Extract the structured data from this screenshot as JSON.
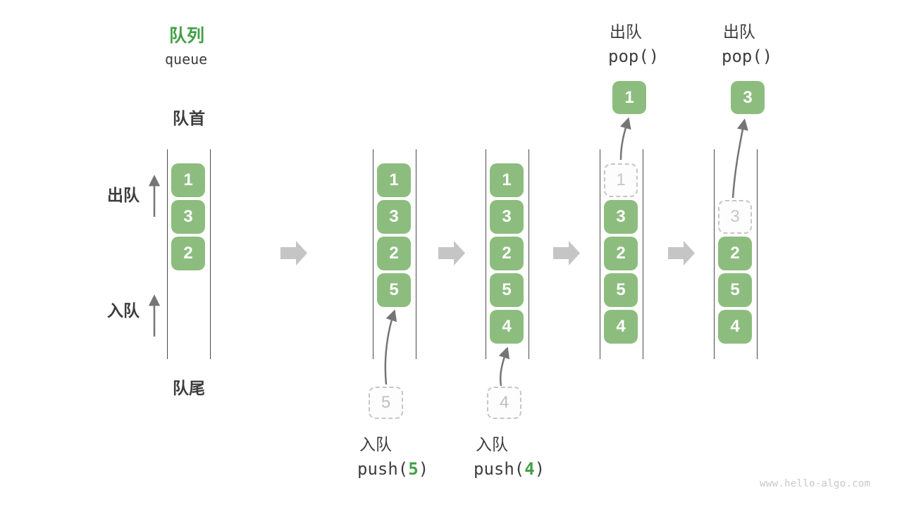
{
  "title": {
    "zh": "队列",
    "en": "queue"
  },
  "side_labels": {
    "front": "队首",
    "rear": "队尾",
    "dequeue": "出队",
    "enqueue": "入队"
  },
  "queues": [
    {
      "items": [
        "1",
        "3",
        "2"
      ]
    },
    {
      "items": [
        "1",
        "3",
        "2",
        "5"
      ]
    },
    {
      "items": [
        "1",
        "3",
        "2",
        "5",
        "4"
      ]
    },
    {
      "ghost": "1",
      "items": [
        "3",
        "2",
        "5",
        "4"
      ]
    },
    {
      "ghost": "3",
      "items": [
        "2",
        "5",
        "4"
      ]
    }
  ],
  "operations": {
    "push5": {
      "label": "入队",
      "fn_open": "push(",
      "arg": "5",
      "fn_close": ")",
      "incoming": "5"
    },
    "push4": {
      "label": "入队",
      "fn_open": "push(",
      "arg": "4",
      "fn_close": ")",
      "incoming": "4"
    },
    "pop1": {
      "label": "出队",
      "fn": "pop()",
      "popped": "1"
    },
    "pop3": {
      "label": "出队",
      "fn": "pop()",
      "popped": "3"
    }
  },
  "watermark": "www.hello-algo.com",
  "colors": {
    "green_box": "#8CBD7E",
    "accent_green": "#43A047",
    "ink": "#3D3D3D",
    "wall": "#4A4A4A",
    "ghost": "#C6C6C6",
    "arrow_gray": "#C5C5C5",
    "line_gray": "#757575",
    "watermark": "#C9C9C9"
  }
}
